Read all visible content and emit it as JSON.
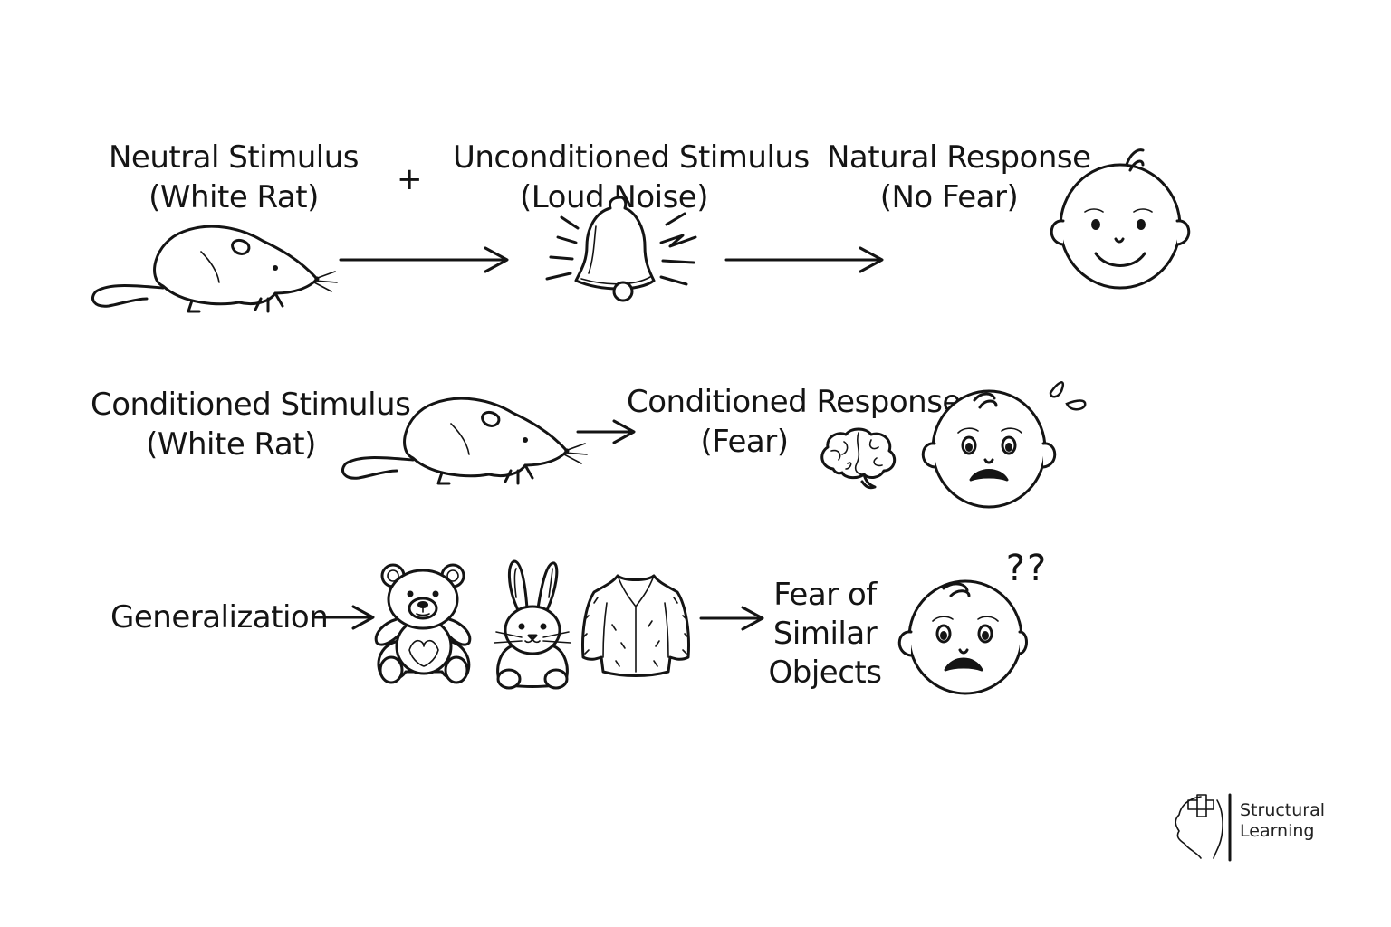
{
  "row1": {
    "neutral_stimulus": {
      "title": "Neutral Stimulus",
      "subtitle": "(White Rat)"
    },
    "plus": "+",
    "unconditioned_stimulus": {
      "title": "Unconditioned Stimulus",
      "subtitle": "(Loud Noise)"
    },
    "natural_response": {
      "title": "Natural Response",
      "subtitle": "(No Fear)"
    }
  },
  "row2": {
    "conditioned_stimulus": {
      "title": "Conditioned Stimulus",
      "subtitle": "(White Rat)"
    },
    "conditioned_response": {
      "title": "Conditioned Response",
      "subtitle": "(Fear)"
    }
  },
  "row3": {
    "generalization": "Generalization",
    "fear_of_similar": {
      "line1": "Fear of",
      "line2": "Similar",
      "line3": "Objects"
    },
    "question_marks": "??"
  },
  "logo": {
    "line1": "Structural",
    "line2": "Learning"
  },
  "icons": [
    "rat-icon",
    "bell-icon",
    "happy-baby-icon",
    "brain-icon",
    "scared-baby-icon",
    "teddy-bear-icon",
    "rabbit-icon",
    "fur-coat-icon",
    "confused-baby-icon",
    "head-puzzle-icon"
  ],
  "colors": {
    "ink": "#141414",
    "background": "#ffffff"
  }
}
